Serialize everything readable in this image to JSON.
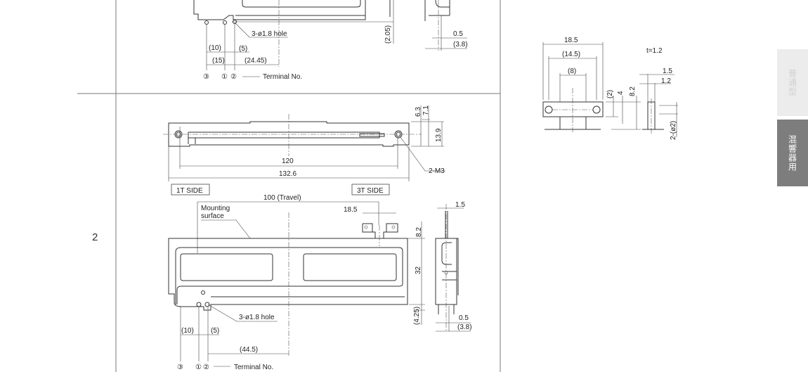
{
  "row_number": "2",
  "side_tabs": [
    {
      "label": "普通型",
      "active": false
    },
    {
      "label": "混響器用",
      "active": true
    }
  ],
  "top_drawing": {
    "hole_label": "3-ø1.8 hole",
    "dims": {
      "d10": "(10)",
      "d5": "(5)",
      "d15": "(15)",
      "d2445": "(24.45)",
      "d205": "(2.05)",
      "d05": "0.5",
      "d38": "(3.8)"
    },
    "terminals": [
      "③",
      "①",
      "②"
    ],
    "terminal_label": "Terminal No."
  },
  "bracket": {
    "thickness": "t=1.2",
    "dims": {
      "w185": "18.5",
      "w145": "(14.5)",
      "w8": "(8)",
      "h2": "(2)",
      "h4": "4",
      "h82": "8.2",
      "s15": "1.5",
      "s12": "1.2",
      "hole": "2-(ø2)"
    }
  },
  "main_drawing": {
    "dims": {
      "d63": "6.3",
      "d71": "7.1",
      "d139": "13.9",
      "d120": "120",
      "d1326": "132.6",
      "m3": "2-M3",
      "travel": "100 (Travel)",
      "b185": "18.5",
      "s15": "1.5",
      "h82": "8.2",
      "h32": "32",
      "h425": "(4.25)",
      "d05": "0.5",
      "d38": "(3.8)",
      "d10": "(10)",
      "d5": "(5)",
      "d445": "(44.5)"
    },
    "side_1t": "1T SIDE",
    "side_3t": "3T SIDE",
    "mounting": [
      "Mounting",
      "surface"
    ],
    "hole_label": "3-ø1.8 hole",
    "terminals": [
      "③",
      "①",
      "②"
    ],
    "terminal_label": "Terminal No."
  }
}
